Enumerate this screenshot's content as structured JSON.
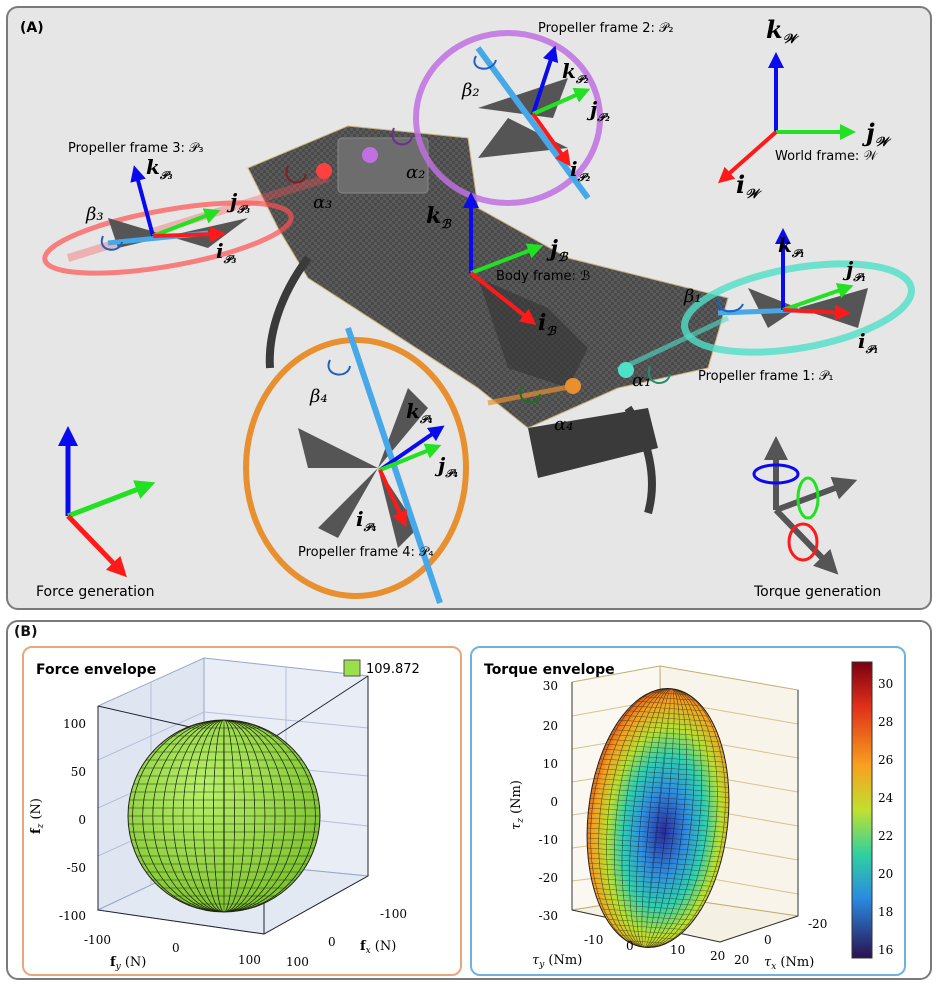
{
  "panel_a": {
    "label": "(A)",
    "frames": {
      "world": {
        "i": "i_W",
        "j": "j_W",
        "k": "k_W",
        "caption": "World frame: 𝒲"
      },
      "body": {
        "i": "i_B",
        "j": "j_B",
        "k": "k_B",
        "caption": "Body frame: ℬ"
      },
      "p1": {
        "caption": "Propeller frame 1: 𝒫₁",
        "alpha": "α₁",
        "beta": "β₁"
      },
      "p2": {
        "caption": "Propeller frame 2: 𝒫₂",
        "alpha": "α₂",
        "beta": "β₂"
      },
      "p3": {
        "caption": "Propeller frame 3: 𝒫₃",
        "alpha": "α₃",
        "beta": "β₃"
      },
      "p4": {
        "caption": "Propeller frame 4: 𝒫₄",
        "alpha": "α₄",
        "beta": "β₄"
      }
    },
    "force_caption": "Force generation",
    "torque_caption": "Torque generation",
    "colors": {
      "x": "#ff1a1a",
      "y": "#22e022",
      "z": "#0a0aee",
      "p1": "#4fe0c8",
      "p2": "#c070e0",
      "p3": "#ff5050",
      "p4": "#e89030"
    }
  },
  "panel_b": {
    "label": "(B)",
    "force": {
      "title": "Force envelope",
      "legend_value": "109.872",
      "legend_color": "#9be04a",
      "z_ticks": [
        "100",
        "50",
        "0",
        "-50",
        "-100"
      ],
      "y_ticks": [
        "-100",
        "0",
        "100"
      ],
      "x_ticks": [
        "-100",
        "0",
        "100"
      ],
      "zlabel": "f_z (N)",
      "ylabel": "f_y (N)",
      "xlabel": "f_x (N)"
    },
    "torque": {
      "title": "Torque envelope",
      "z_ticks": [
        "30",
        "20",
        "10",
        "0",
        "-10",
        "-20",
        "-30"
      ],
      "y_ticks": [
        "-10",
        "0",
        "10",
        "20"
      ],
      "x_ticks": [
        "-20",
        "0",
        "20"
      ],
      "colorbar_ticks": [
        "30",
        "28",
        "26",
        "24",
        "22",
        "20",
        "18",
        "16"
      ],
      "zlabel": "τ_z (Nm)",
      "ylabel": "τ_y (Nm)",
      "xlabel": "τ_x (Nm)"
    }
  }
}
